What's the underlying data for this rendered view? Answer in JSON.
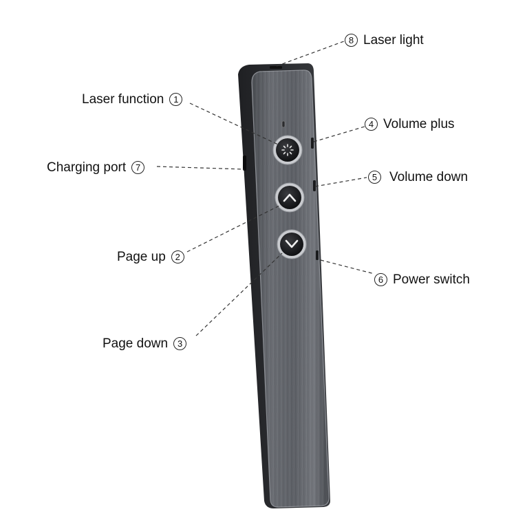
{
  "callouts": [
    {
      "id": "laser-light",
      "num": "8",
      "label": "Laser light"
    },
    {
      "id": "laser-function",
      "num": "1",
      "label": "Laser function"
    },
    {
      "id": "volume-plus",
      "num": "4",
      "label": "Volume plus"
    },
    {
      "id": "charging-port",
      "num": "7",
      "label": "Charging port"
    },
    {
      "id": "volume-down",
      "num": "5",
      "label": "Volume down"
    },
    {
      "id": "page-up",
      "num": "2",
      "label": "Page up"
    },
    {
      "id": "power-switch",
      "num": "6",
      "label": "Power switch"
    },
    {
      "id": "page-down",
      "num": "3",
      "label": "Page down"
    }
  ],
  "colors": {
    "body_face": "#5b5e64",
    "body_edge": "#2e3034",
    "button": "#1a1b1e",
    "leader_line": "#333333"
  }
}
